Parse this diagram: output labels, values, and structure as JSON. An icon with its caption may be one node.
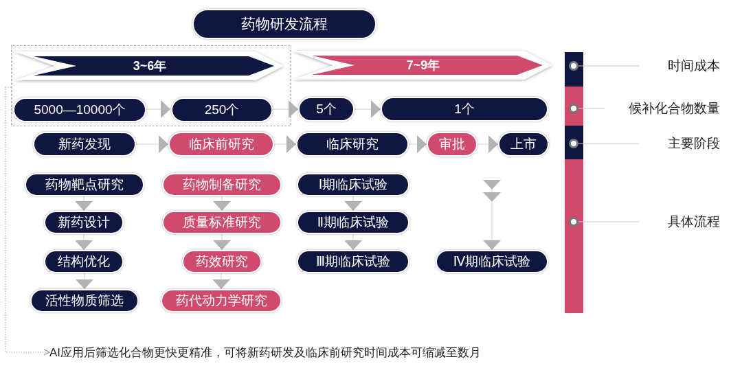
{
  "diagram": {
    "title": "药物研发流程",
    "nodes": [
      {
        "text": [],
        "shape": "box"
      },
      {
        "text": [
          "3~6年"
        ],
        "in": 0
      },
      {
        "text": [
          "7~9年"
        ]
      },
      {
        "text": [
          "5000—10000个"
        ],
        "in": 0
      },
      {
        "text": [
          "250个"
        ],
        "in": 0
      },
      {
        "text": [
          "5个"
        ]
      },
      {
        "text": [
          "1个"
        ]
      },
      {
        "text": [
          "新药发现"
        ]
      },
      {
        "text": [
          "临床前研究"
        ]
      },
      {
        "text": [
          "临床研究"
        ]
      },
      {
        "text": [
          "审批"
        ]
      },
      {
        "text": [
          "上市"
        ]
      },
      {
        "text": [
          "药物靶点研究"
        ]
      },
      {
        "text": [
          "药物制备研究"
        ]
      },
      {
        "text": [
          "Ⅰ期临床试验"
        ]
      },
      {
        "text": [
          "新药设计"
        ]
      },
      {
        "text": [
          "质量标准研究"
        ]
      },
      {
        "text": [
          "Ⅱ期临床试验"
        ]
      },
      {
        "text": [
          "结构优化"
        ]
      },
      {
        "text": [
          "药效研究"
        ]
      },
      {
        "text": [
          "Ⅲ期临床试验"
        ]
      },
      {
        "text": [
          "Ⅳ期临床试验"
        ]
      },
      {
        "text": [
          "活性物质筛选"
        ]
      },
      {
        "text": [
          "药代动力学研究"
        ]
      },
      {
        "text": [],
        "shape": "circle"
      },
      {
        "text": [],
        "shape": "circle"
      },
      {
        "text": [],
        "shape": "circle"
      },
      {
        "text": [],
        "shape": "circle"
      },
      {
        "text": [
          "时间成本"
        ]
      },
      {
        "text": [
          "候补化合物数量"
        ]
      },
      {
        "text": [
          "主要阶段"
        ]
      },
      {
        "text": [
          "具体流程"
        ]
      },
      {
        "text": [
          "AI应用后筛选化合物更快更精准，可将新药研发及临床前研究时间成本可缩减至数月"
        ]
      }
    ],
    "edges": [
      {
        "from": 3,
        "to": 4,
        "arrow": "to"
      },
      {
        "from": 4,
        "to": 5,
        "arrow": "to"
      },
      {
        "from": 5,
        "to": 6,
        "arrow": "to"
      },
      {
        "from": 7,
        "to": 8,
        "arrow": "to"
      },
      {
        "from": 8,
        "to": 9,
        "arrow": "to"
      },
      {
        "from": 9,
        "to": 10,
        "arrow": "to"
      },
      {
        "from": 10,
        "to": 11,
        "arrow": "to"
      },
      {
        "from": 12,
        "to": 15,
        "arrow": "to"
      },
      {
        "from": 15,
        "to": 18,
        "arrow": "to"
      },
      {
        "from": 18,
        "to": 22,
        "arrow": "to"
      },
      {
        "from": 13,
        "to": 16,
        "arrow": "to"
      },
      {
        "from": 16,
        "to": 19,
        "arrow": "to"
      },
      {
        "from": 19,
        "to": 23,
        "arrow": "to"
      },
      {
        "from": 14,
        "to": 17,
        "arrow": "to"
      },
      {
        "from": 17,
        "to": 20,
        "arrow": "to"
      },
      {
        "from": null,
        "to": 21,
        "arrow": "to"
      },
      {
        "from": 28,
        "to": 24,
        "arrow": "none"
      },
      {
        "from": 29,
        "to": 25,
        "arrow": "none"
      },
      {
        "from": 30,
        "to": 26,
        "arrow": "none"
      },
      {
        "from": 31,
        "to": 27,
        "arrow": "none"
      },
      {
        "from": 0,
        "to": 32,
        "arrow": "to",
        "style": "dashed"
      }
    ]
  }
}
